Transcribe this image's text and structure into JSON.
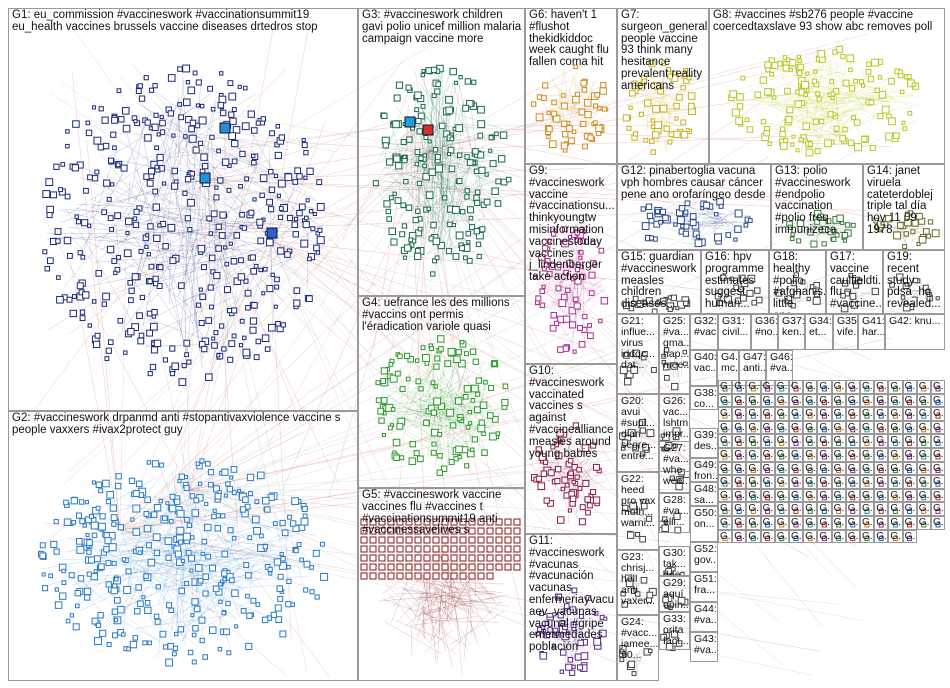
{
  "groups": [
    {
      "id": "G1",
      "text": "G1: eu_commission #vaccineswork #vaccinationsummit19 eu_health vaccines brussels vaccine diseases drtedros stop",
      "color": "#1a2a7a",
      "size": "lg"
    },
    {
      "id": "G2",
      "text": "G2: #vaccineswork drpanmd anti #stopantivaxviolence vaccine s people vaxxers #ivax2protect guy",
      "color": "#2a7ac8",
      "size": "lg"
    },
    {
      "id": "G3",
      "text": "G3: #vaccineswork children gavi polio unicef million malaria campaign vaccine more",
      "color": "#1a6a4a",
      "size": "lg"
    },
    {
      "id": "G4",
      "text": "G4: uefrance les des millions #vaccins ont permis l'éradication variole quasi",
      "color": "#2a9a2a",
      "size": "lg"
    },
    {
      "id": "G5",
      "text": "G5: #vaccineswork vaccine vaccines flu #vaccines t #vaccinationsummit19 anti #vaccinessavelives s",
      "color": "#8a1a1a",
      "size": "lg"
    },
    {
      "id": "G6",
      "text": "G6: haven't 1 #flushot thekidkiddoc week caught flu fallen coma hit",
      "color": "#d08a20",
      "size": "lg"
    },
    {
      "id": "G7",
      "text": "G7: surgeon_general people vaccine 93 think many hesitance prevalent reality americans",
      "color": "#c8b020",
      "size": "lg"
    },
    {
      "id": "G8",
      "text": "G8: #vaccines #sb276 people #vaccine coercedtaxslave 93 show abc removes poll",
      "color": "#b8c820",
      "size": "lg"
    },
    {
      "id": "G9",
      "text": "G9: #vaccineswork vaccine #vaccinationsu... thinkyoungtw misinformation vaccinestoday vaccines j_lindenberger take action",
      "color": "#b02a8a",
      "size": "lg"
    },
    {
      "id": "G10",
      "text": "G10: #vaccineswork vaccinated vaccines s against #vaccinealliance measles around young babies",
      "color": "#8a1a4a",
      "size": "lg"
    },
    {
      "id": "G11",
      "text": "G11: #vaccineswork #vacunas #vacunación vacunas enfermeriayvacu aev_vacunas vacunal #gripe enfermedades población",
      "color": "#5a2a8a",
      "size": "lg"
    },
    {
      "id": "G12",
      "text": "G12: pinabertoglia vacuna vph hombres causar cáncer pene ano orofaríngeo desde",
      "color": "#2a4a8a",
      "size": "lg"
    },
    {
      "id": "G13",
      "text": "G13: polio #vaccineswork #endpolio vaccination #polio freq immunizeca...",
      "color": "#3a7a3a",
      "size": "lg"
    },
    {
      "id": "G14",
      "text": "G14: janet viruela cateterdoblej triple tal día hoy 11 09 1978",
      "color": "#6a6a2a",
      "size": "lg"
    },
    {
      "id": "G15",
      "text": "G15: guardian #vaccineswork measles children diseases...",
      "color": "#444",
      "size": "lg"
    },
    {
      "id": "G16",
      "text": "G16: hpv programme estimates suggest human...",
      "color": "#444",
      "size": "lg"
    },
    {
      "id": "G18",
      "text": "G18: healthy #polio #afghanis... little one...",
      "color": "#444",
      "size": "lg"
    },
    {
      "id": "G17",
      "text": "G17: vaccine caulfieldti... flu #vaccine...",
      "color": "#444",
      "size": "lg"
    },
    {
      "id": "G19",
      "text": "G19: recent study pdsa_hq revealed...",
      "color": "#444",
      "size": "lg"
    },
    {
      "id": "G21",
      "text": "G21: influe... virus iddqc... dat...",
      "color": "#444",
      "size": "sm"
    },
    {
      "id": "G25",
      "text": "G25: #va... gma... hap... mee...",
      "color": "#444",
      "size": "sm"
    },
    {
      "id": "G32",
      "text": "G32: #vac...",
      "color": "#444",
      "size": "sm"
    },
    {
      "id": "G31",
      "text": "G31: civil...",
      "color": "#444",
      "size": "sm"
    },
    {
      "id": "G36",
      "text": "G36: #no...",
      "color": "#444",
      "size": "sm"
    },
    {
      "id": "G37",
      "text": "G37: ken...",
      "color": "#444",
      "size": "sm"
    },
    {
      "id": "G34",
      "text": "G34: et...",
      "color": "#444",
      "size": "sm"
    },
    {
      "id": "G35",
      "text": "G35: vife...",
      "color": "#444",
      "size": "sm"
    },
    {
      "id": "G41",
      "text": "G41: har...",
      "color": "#444",
      "size": "sm"
    },
    {
      "id": "G42",
      "text": "G42: knu...",
      "color": "#444",
      "size": "sm"
    },
    {
      "id": "G20",
      "text": "G20: avui #supl... diari segre... entre...",
      "color": "#444",
      "size": "sm"
    },
    {
      "id": "G26",
      "text": "G26: vac... lshtm impr...",
      "color": "#444",
      "size": "sm"
    },
    {
      "id": "G40",
      "text": "G40: vac...",
      "color": "#444",
      "size": "sm"
    },
    {
      "id": "G4x",
      "text": "G4... mc...",
      "color": "#444",
      "size": "sm"
    },
    {
      "id": "G47",
      "text": "G47: anti...",
      "color": "#444",
      "size": "sm"
    },
    {
      "id": "G46",
      "text": "G46: #va...",
      "color": "#444",
      "size": "sm"
    },
    {
      "id": "G22",
      "text": "G22: heed pro vax moth... warni...",
      "color": "#444",
      "size": "sm"
    },
    {
      "id": "G27",
      "text": "G27: #va... who wee...",
      "color": "#444",
      "size": "sm"
    },
    {
      "id": "G39",
      "text": "G39: des...",
      "color": "#444",
      "size": "sm"
    },
    {
      "id": "G38",
      "text": "G38: co...",
      "color": "#444",
      "size": "sm"
    },
    {
      "id": "G49",
      "text": "G49: fron...",
      "color": "#444",
      "size": "sm"
    },
    {
      "id": "G28",
      "text": "G28: #va... elli...",
      "color": "#444",
      "size": "sm"
    },
    {
      "id": "G48",
      "text": "G48: sa...",
      "color": "#444",
      "size": "sm"
    },
    {
      "id": "G50",
      "text": "G50: on...",
      "color": "#444",
      "size": "sm"
    },
    {
      "id": "G23",
      "text": "G23: chrisj... hell anti vaxer...",
      "color": "#444",
      "size": "sm"
    },
    {
      "id": "G30",
      "text": "G30: tak... dee...",
      "color": "#444",
      "size": "sm"
    },
    {
      "id": "G52",
      "text": "G52: gov...",
      "color": "#444",
      "size": "sm"
    },
    {
      "id": "G29",
      "text": "G29: aquí opin...",
      "color": "#444",
      "size": "sm"
    },
    {
      "id": "G51",
      "text": "G51: fra...",
      "color": "#444",
      "size": "sm"
    },
    {
      "id": "G24",
      "text": "G24: #vacc... jamee... 90...",
      "color": "#444",
      "size": "sm"
    },
    {
      "id": "G33",
      "text": "G33: orita fact...",
      "color": "#444",
      "size": "sm"
    },
    {
      "id": "G44",
      "text": "G44: #va...",
      "color": "#444",
      "size": "sm"
    },
    {
      "id": "G43",
      "text": "G43: #va...",
      "color": "#444",
      "size": "sm"
    }
  ],
  "small_cells": {
    "prefix": "G..",
    "rows": 22,
    "count": 190
  }
}
